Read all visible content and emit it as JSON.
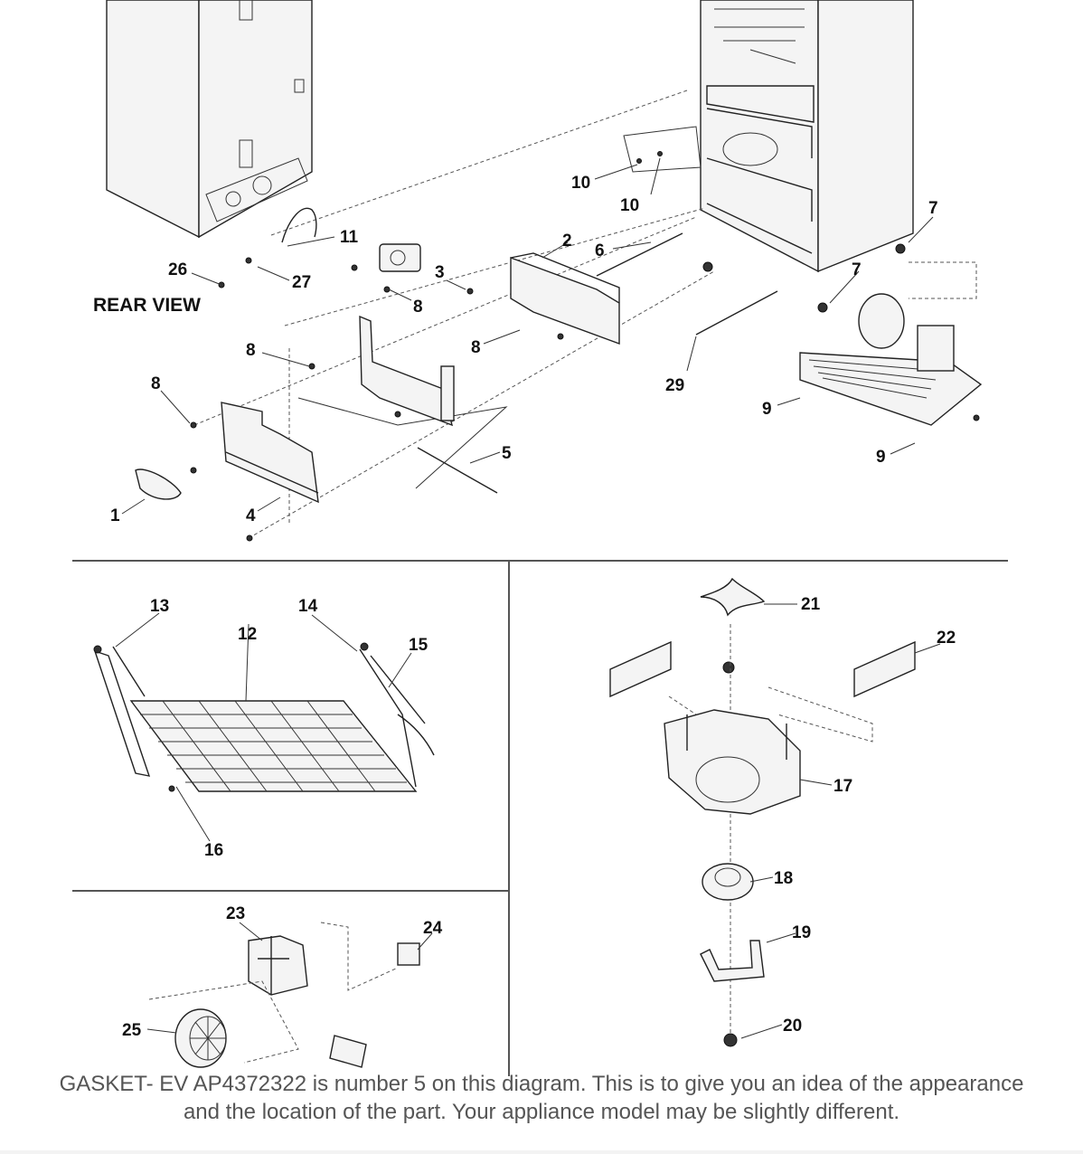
{
  "diagram": {
    "rear_view_label": "REAR VIEW",
    "callouts": {
      "c1": "1",
      "c2": "2",
      "c3": "3",
      "c4": "4",
      "c5": "5",
      "c6": "6",
      "c7a": "7",
      "c7b": "7",
      "c8a": "8",
      "c8b": "8",
      "c8c": "8",
      "c8d": "8",
      "c9a": "9",
      "c9b": "9",
      "c10a": "10",
      "c10b": "10",
      "c11": "11",
      "c12": "12",
      "c13": "13",
      "c14": "14",
      "c15": "15",
      "c16": "16",
      "c17": "17",
      "c18": "18",
      "c19": "19",
      "c20": "20",
      "c21": "21",
      "c22": "22",
      "c23": "23",
      "c24": "24",
      "c25": "25",
      "c26": "26",
      "c27": "27",
      "c29": "29"
    }
  },
  "caption": {
    "line1": "GASKET- EV AP4372322 is number 5 on this diagram. This is to give you an idea of the appearance",
    "line2": "and the location of the part. Your appliance model may be slightly different."
  }
}
